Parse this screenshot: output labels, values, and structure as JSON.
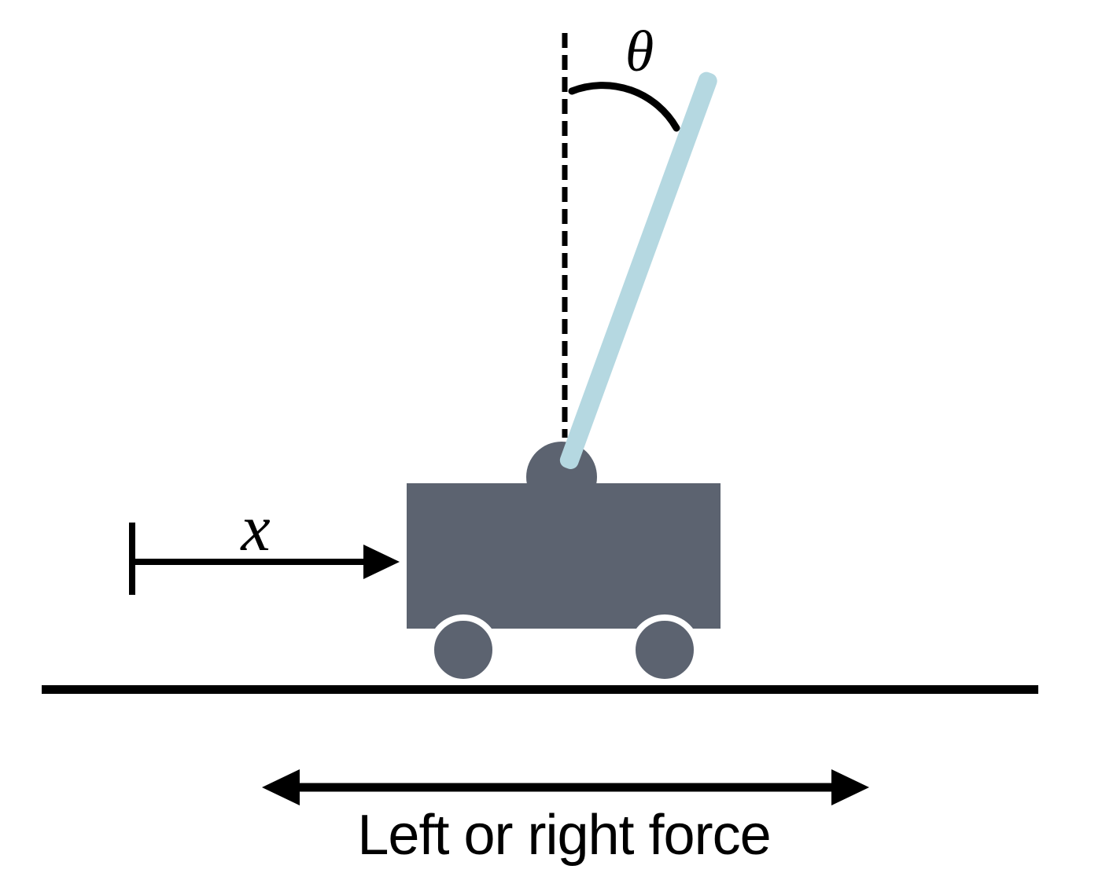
{
  "diagram": {
    "type": "cart-pole-free-body-diagram",
    "labels": {
      "angle": "θ",
      "position": "x",
      "force": "Left or right force"
    },
    "colors": {
      "pole": "#b5d8e1",
      "cart": "#5c6370",
      "ink": "#000000",
      "wheel_outline": "#ffffff",
      "background": "#ffffff"
    }
  }
}
